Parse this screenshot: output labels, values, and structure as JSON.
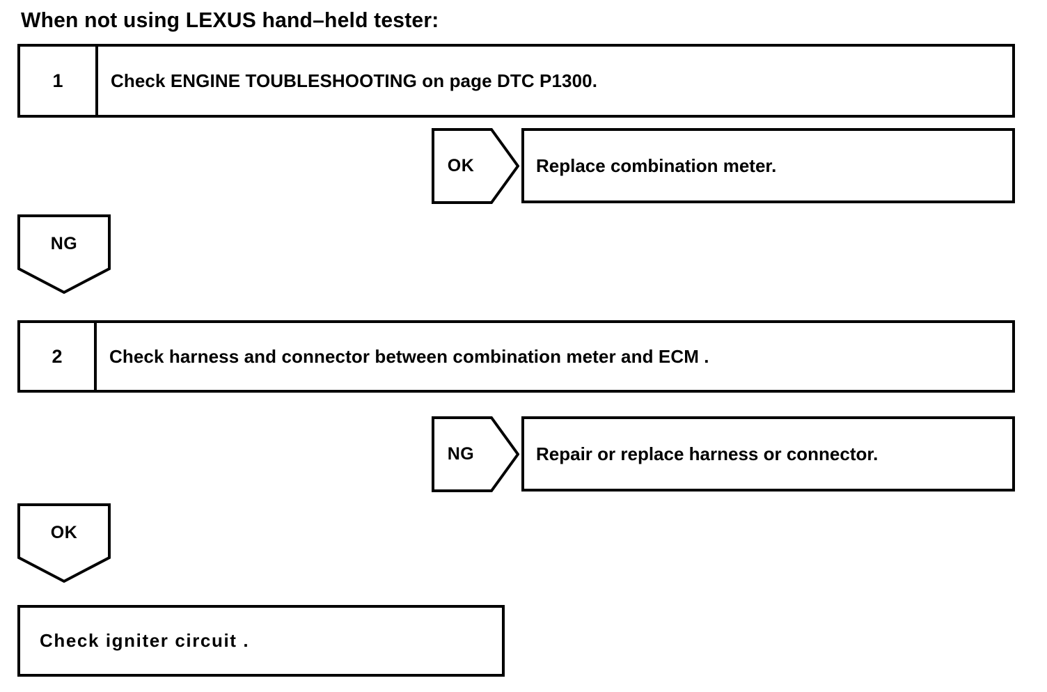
{
  "heading": "When not using LEXUS hand–held tester:",
  "steps": [
    {
      "number": "1",
      "text": "Check ENGINE TOUBLESHOOTING on page DTC P1300."
    },
    {
      "number": "2",
      "text": "Check harness and connector between combination meter and ECM ."
    }
  ],
  "branches": [
    {
      "label": "OK",
      "result": "Replace combination meter."
    },
    {
      "label": "NG",
      "result": "Repair or replace harness or connector."
    }
  ],
  "connectors": [
    {
      "label": "NG"
    },
    {
      "label": "OK"
    }
  ],
  "final": {
    "text": "Check  igniter  circuit ."
  },
  "colors": {
    "ink": "#000000",
    "paper": "#ffffff"
  }
}
